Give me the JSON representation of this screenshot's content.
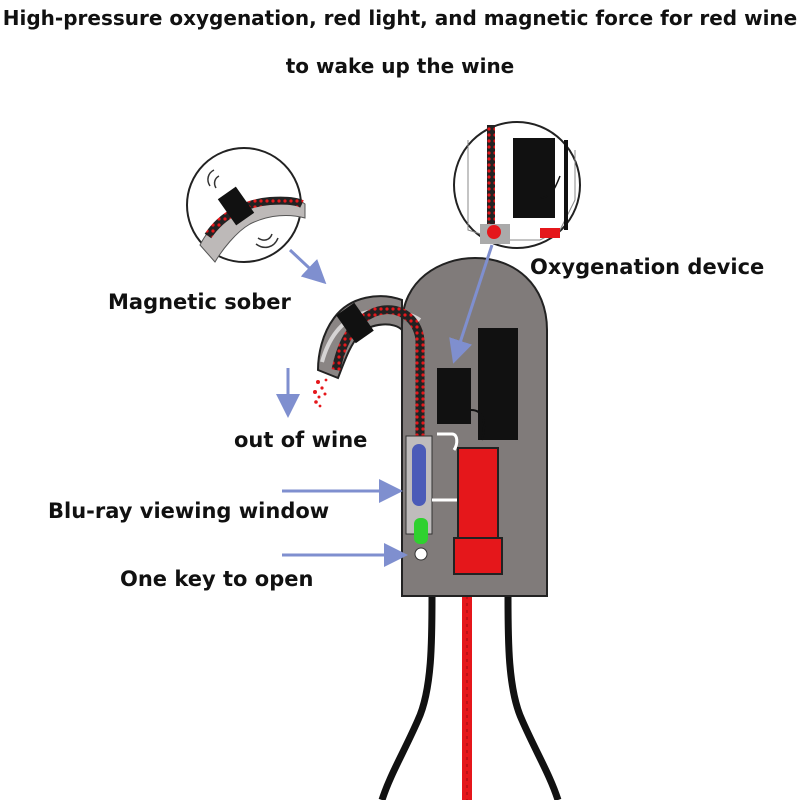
{
  "title": {
    "line1": "High-pressure oxygenation, red light, and magnetic force for red wine",
    "line2": "to wake up the wine"
  },
  "labels": {
    "magnetic": "Magnetic sober",
    "oxygenation": "Oxygenation device",
    "out_of_wine": "out of wine",
    "bluray": "Blu-ray viewing window",
    "one_key": "One key to open"
  },
  "colors": {
    "body": "#807b7a",
    "arrow": "#7f8fcf",
    "wine_red": "#e5171b",
    "window_blue": "#4b5bb8",
    "button_green": "#2fd12f",
    "outline": "#111111"
  }
}
